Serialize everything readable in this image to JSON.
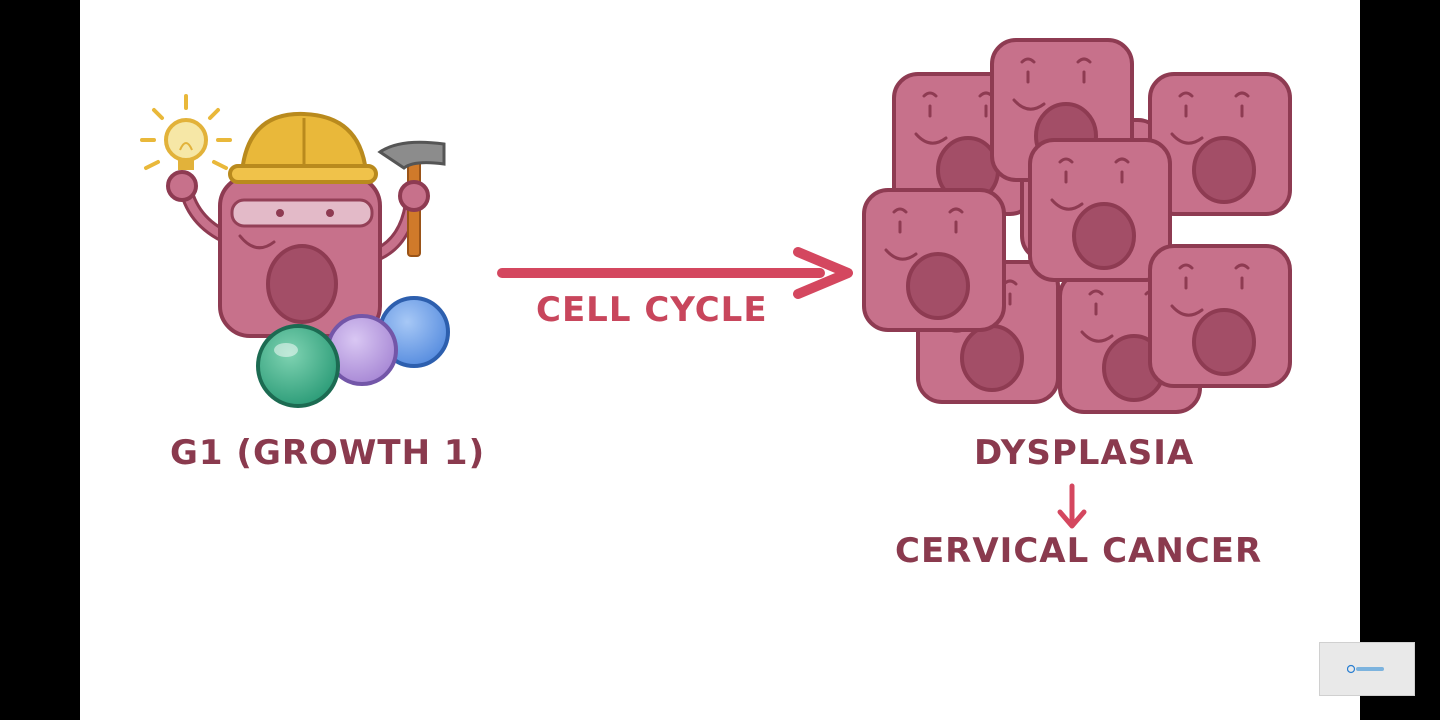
{
  "diagram": {
    "labels": {
      "g1": "G1 (GROWTH 1)",
      "cell_cycle": "CELL CYCLE",
      "dysplasia": "DYSPLASIA",
      "cervical_cancer": "CERVICAL CANCER"
    },
    "colors": {
      "cell_fill": "#c7718b",
      "cell_outline": "#8e3b52",
      "nucleus": "#a34e67",
      "arrow": "#d4475f",
      "label_text": "#8a3a4e",
      "hard_hat": "#e9b83a",
      "lightbulb": "#f1c84b",
      "hammer_head": "#8c8c8c",
      "hammer_handle": "#d07a2a",
      "sphere_green": "#2f9e7a",
      "sphere_purple": "#a98ad6",
      "sphere_blue": "#5a8fe0"
    }
  },
  "watermark": {
    "logo": "osmosis-logo"
  }
}
